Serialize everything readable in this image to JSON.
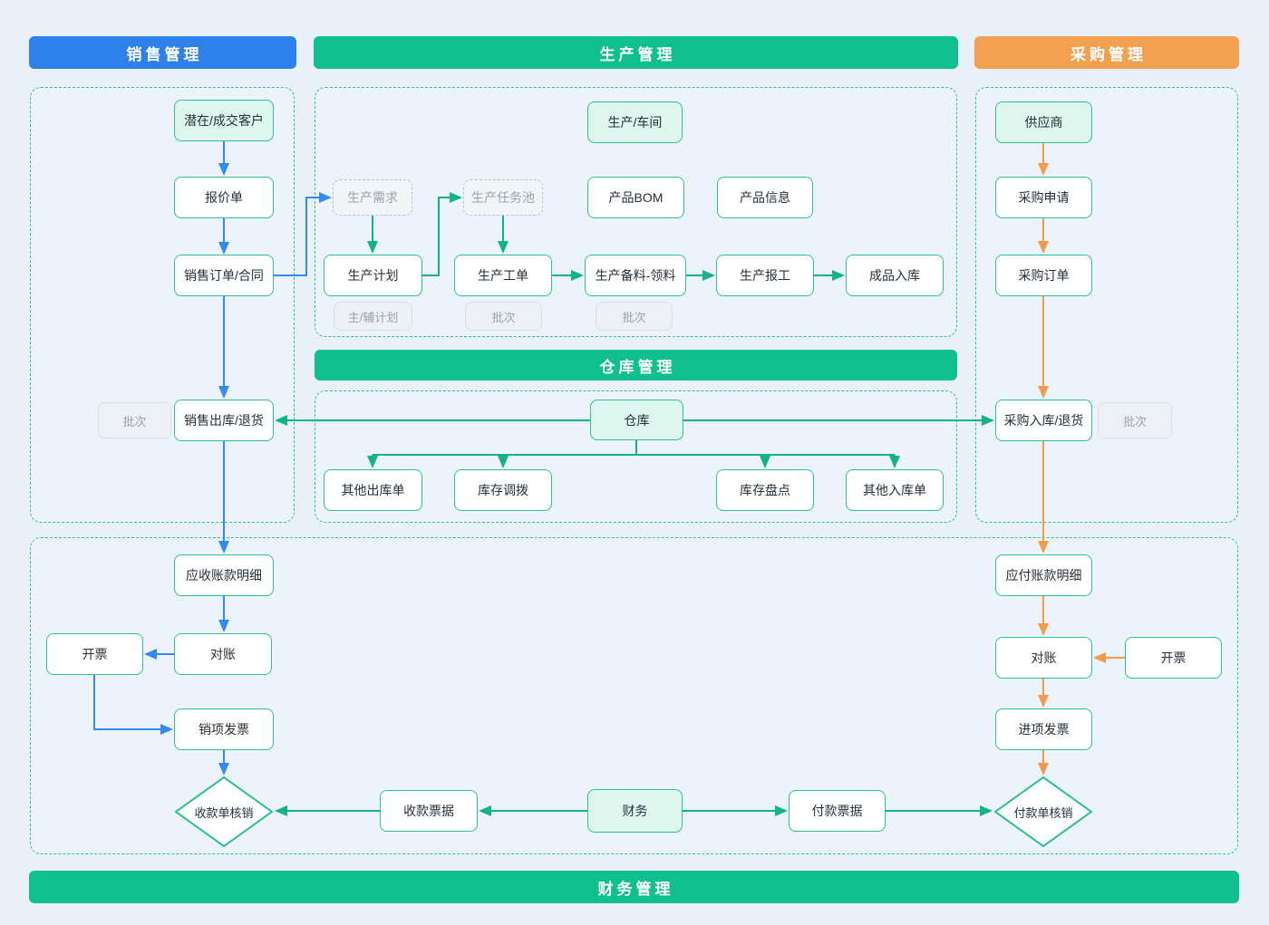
{
  "headers": {
    "sales": "销售管理",
    "production": "生产管理",
    "purchase": "采购管理",
    "warehouse": "仓库管理",
    "finance": "财务管理"
  },
  "nodes": {
    "customer": "潜在/成交客户",
    "quotation": "报价单",
    "sales_order": "销售订单/合同",
    "sales_batch": "批次",
    "sales_outbound": "销售出库/退货",
    "workshop": "生产/车间",
    "prod_demand": "生产需求",
    "task_pool": "生产任务池",
    "product_bom": "产品BOM",
    "product_info": "产品信息",
    "prod_plan": "生产计划",
    "work_order": "生产工单",
    "material_prep": "生产备料-领料",
    "prod_report": "生产报工",
    "finished_in": "成品入库",
    "main_aux_plan": "主/辅计划",
    "batch_work_order": "批次",
    "batch_material": "批次",
    "warehouse_node": "仓库",
    "other_out": "其他出库单",
    "stock_transfer": "库存调拨",
    "stock_check": "库存盘点",
    "other_in": "其他入库单",
    "supplier": "供应商",
    "purchase_request": "采购申请",
    "purchase_order": "采购订单",
    "purchase_inbound": "采购入库/退货",
    "purchase_batch": "批次",
    "receivable_detail": "应收账款明细",
    "invoice_left": "开票",
    "reconcile_left": "对账",
    "sales_invoice": "销项发票",
    "receipt_verify": "收款单核销",
    "receipt_bill": "收款票据",
    "finance_node": "财务",
    "payment_bill": "付款票据",
    "payment_verify": "付款单核销",
    "payable_detail": "应付账款明细",
    "reconcile_right": "对账",
    "invoice_right": "开票",
    "purchase_invoice": "进项发票"
  },
  "colors": {
    "sales_blue": "#2e81ea",
    "production_green": "#0fbf8e",
    "purchase_orange": "#f2a150",
    "node_border": "#2fbf97",
    "arrow_blue": "#338af2",
    "arrow_green": "#12b38a",
    "arrow_orange": "#f29b4d",
    "background": "#e9f0f8"
  }
}
